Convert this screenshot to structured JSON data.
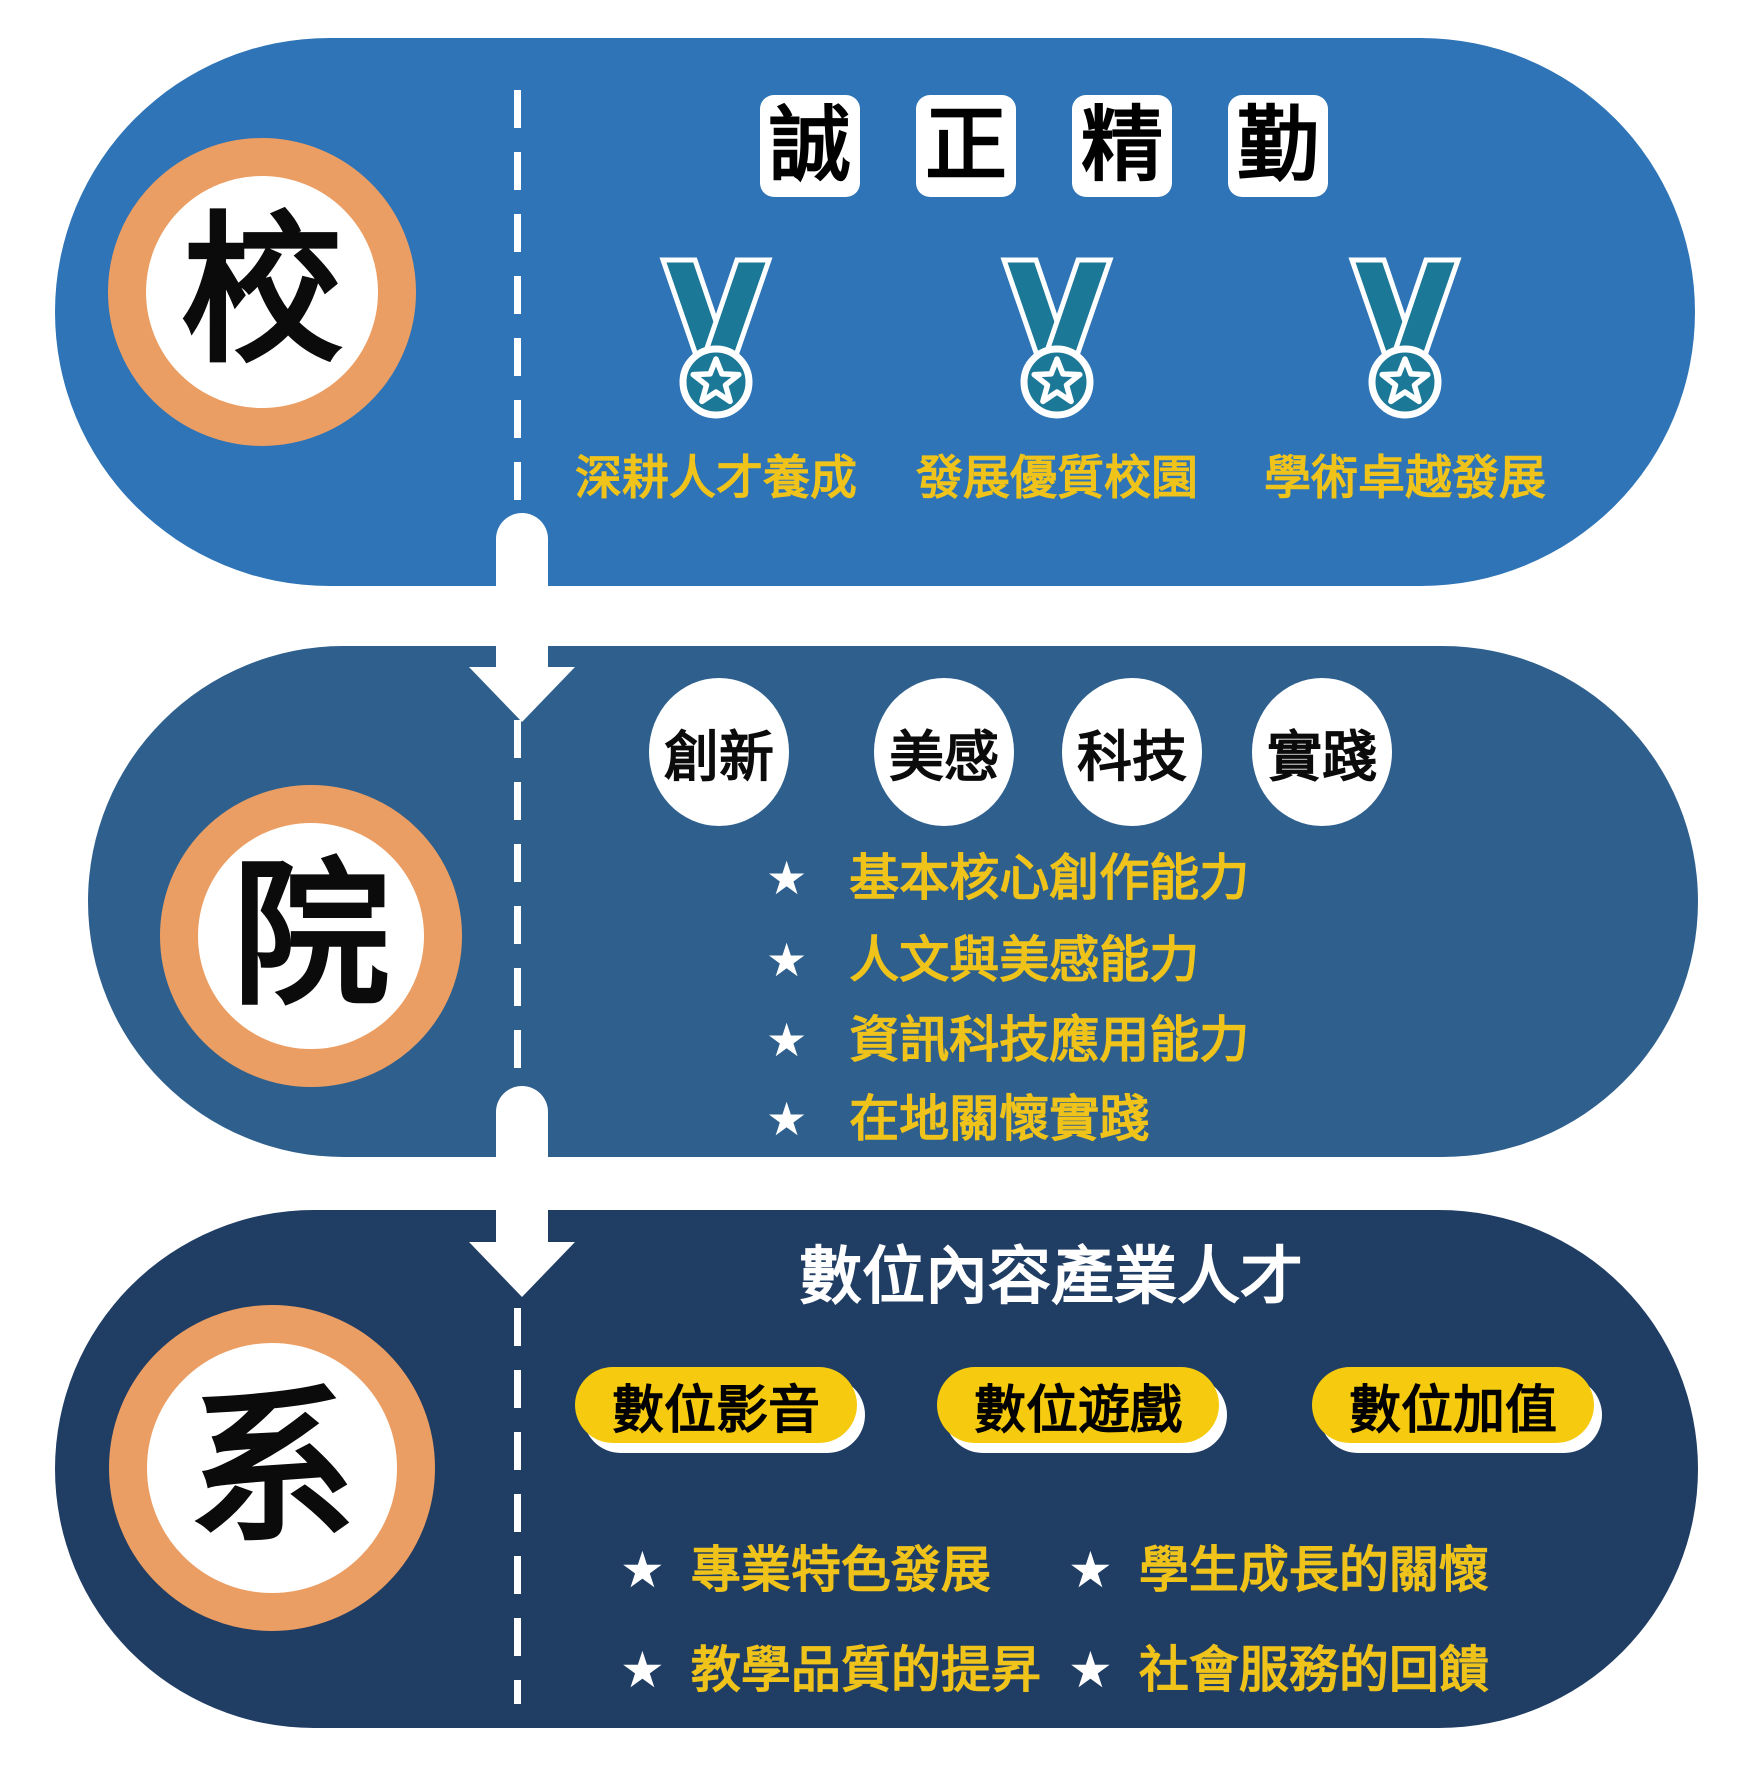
{
  "palette": {
    "school_bg": "#2e74b6",
    "college_bg": "#2f608d",
    "department_bg": "#203d64",
    "ring_orange": "#eb9e63",
    "highlight_yellow": "#efc31a",
    "pill_yellow": "#f6cb0f",
    "medal_teal": "#1b7897",
    "text_black": "#000000",
    "text_white": "#ffffff"
  },
  "icons": {
    "bullet_star": "★"
  },
  "sections": [
    {
      "id": "school",
      "level_label": "校",
      "motto_chars": [
        "誠",
        "正",
        "精",
        "勤"
      ],
      "achievements": [
        "深耕人才養成",
        "發展優質校園",
        "學術卓越發展"
      ]
    },
    {
      "id": "college",
      "level_label": "院",
      "values": [
        "創新",
        "美感",
        "科技",
        "實踐"
      ],
      "bullets": [
        "基本核心創作能力",
        "人文與美感能力",
        "資訊科技應用能力",
        "在地關懷實踐"
      ]
    },
    {
      "id": "department",
      "level_label": "系",
      "title": "數位內容產業人才",
      "tracks": [
        "數位影音",
        "數位遊戲",
        "數位加值"
      ],
      "bullets": [
        "專業特色發展",
        "學生成長的關懷",
        "教學品質的提昇",
        "社會服務的回饋"
      ]
    }
  ]
}
